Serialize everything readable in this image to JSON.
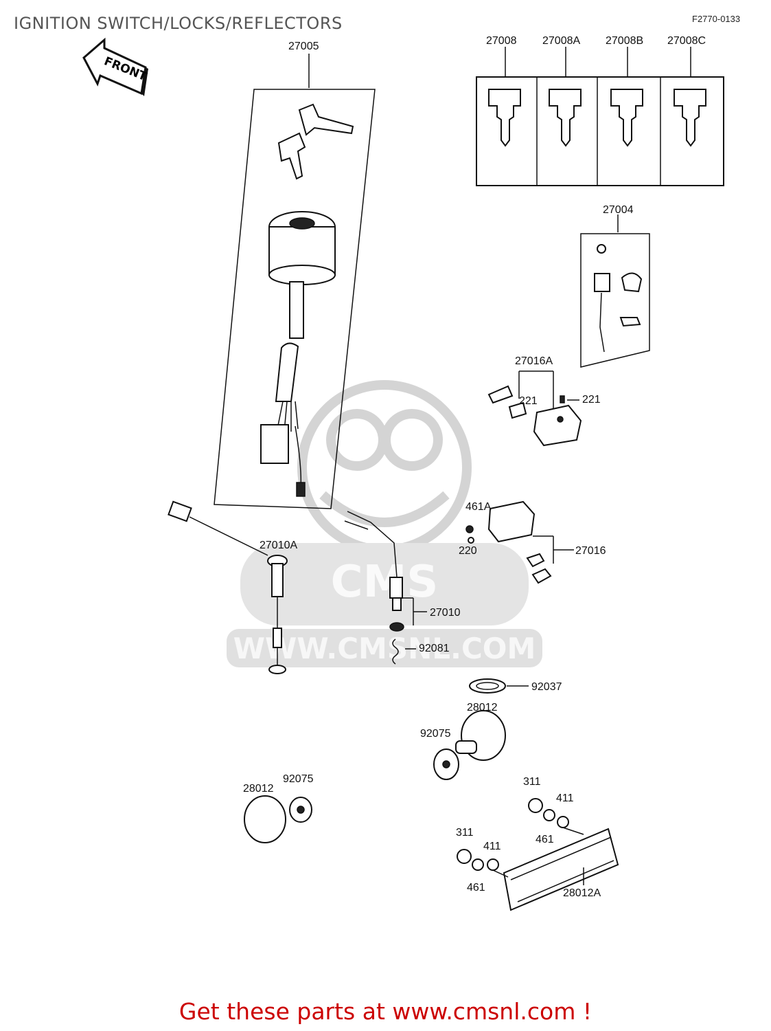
{
  "header": {
    "title": "IGNITION SWITCH/LOCKS/REFLECTORS",
    "figure_code": "F2770-0133"
  },
  "front_arrow": {
    "label": "FRONT"
  },
  "watermark": {
    "text": "WWW.CMSNL.COM",
    "logo": "CMS"
  },
  "parts": {
    "p27005": "27005",
    "p27008": "27008",
    "p27008A": "27008A",
    "p27008B": "27008B",
    "p27008C": "27008C",
    "p27004": "27004",
    "p27016A": "27016A",
    "p221a": "221",
    "p221b": "221",
    "p461A": "461A",
    "p220": "220",
    "p27016": "27016",
    "p27010A": "27010A",
    "p27010": "27010",
    "p92081": "92081",
    "p92037": "92037",
    "p28012a": "28012",
    "p92075a": "92075",
    "p28012b": "28012",
    "p92075b": "92075",
    "p311a": "311",
    "p411a": "411",
    "p461a": "461",
    "p311b": "311",
    "p411b": "411",
    "p461b": "461",
    "p28012A": "28012A"
  },
  "footer": {
    "text": "Get these parts at www.cmsnl.com !"
  }
}
